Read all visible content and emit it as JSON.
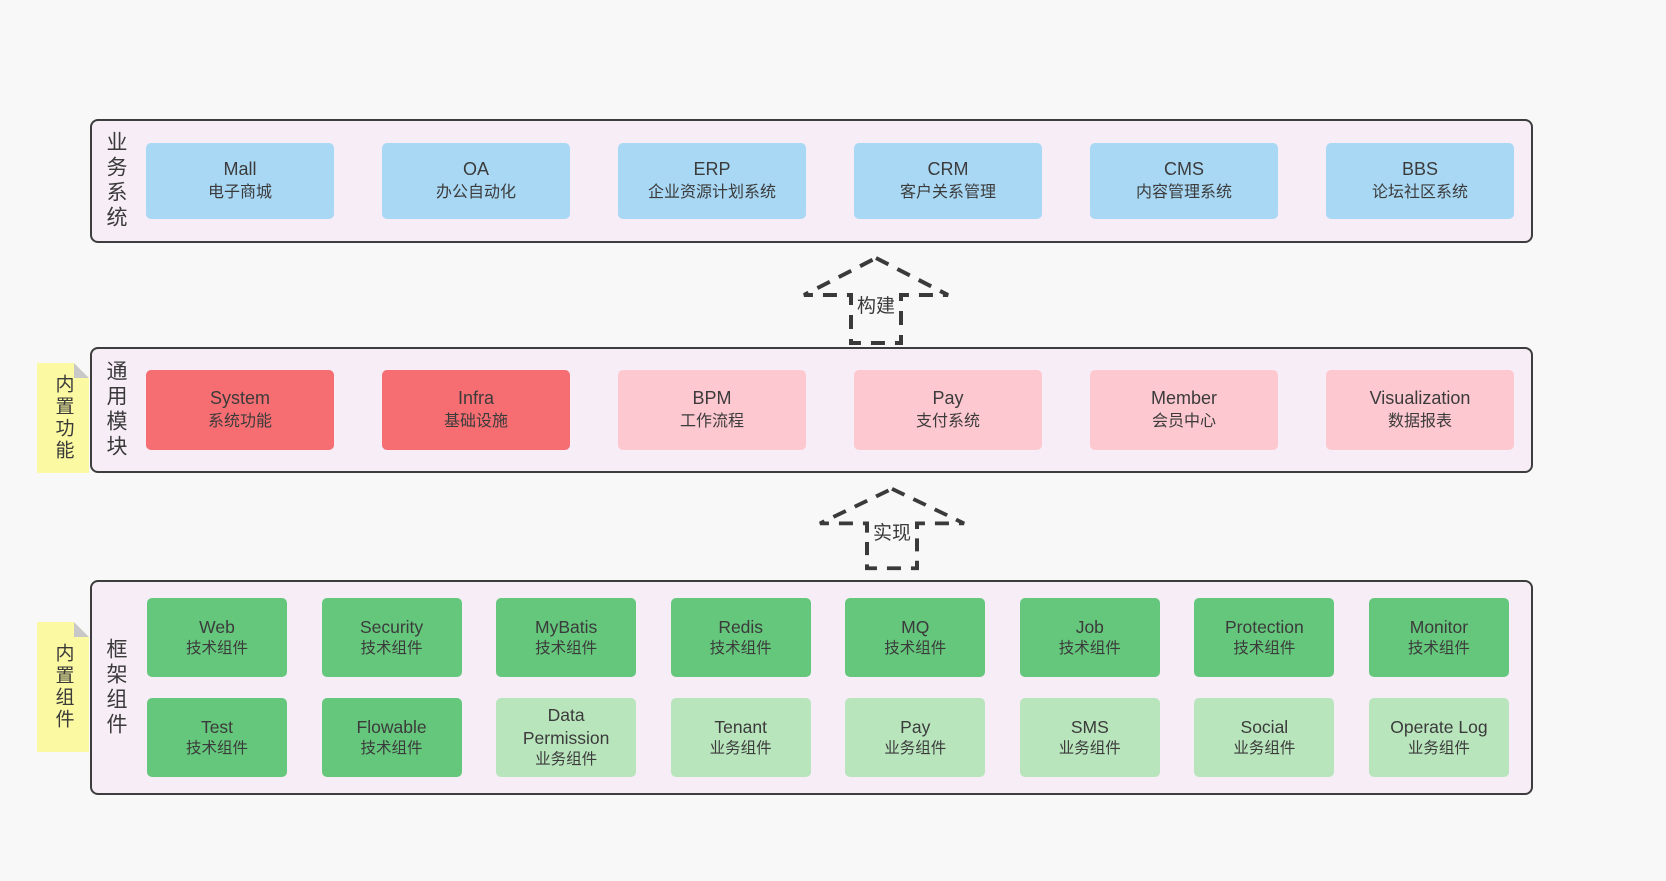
{
  "diagram": {
    "background": "#f8f8f8",
    "colors": {
      "container_bg": "#f7edf6",
      "line": "#3a3a3a",
      "blue": "#a9d8f5",
      "red": "#f76e72",
      "pink": "#fdc8d0",
      "green": "#64c77c",
      "light_green": "#b9e5bd",
      "note_yellow": "#fbf9a2"
    },
    "layers": {
      "business": {
        "label": "业务系统",
        "boxes": [
          {
            "name": "Mall",
            "desc": "电子商城"
          },
          {
            "name": "OA",
            "desc": "办公自动化"
          },
          {
            "name": "ERP",
            "desc": "企业资源计划系统"
          },
          {
            "name": "CRM",
            "desc": "客户关系管理"
          },
          {
            "name": "CMS",
            "desc": "内容管理系统"
          },
          {
            "name": "BBS",
            "desc": "论坛社区系统"
          }
        ]
      },
      "modules": {
        "label": "通用模块",
        "note": "内置功能",
        "boxes": [
          {
            "name": "System",
            "desc": "系统功能"
          },
          {
            "name": "Infra",
            "desc": "基础设施"
          },
          {
            "name": "BPM",
            "desc": "工作流程"
          },
          {
            "name": "Pay",
            "desc": "支付系统"
          },
          {
            "name": "Member",
            "desc": "会员中心"
          },
          {
            "name": "Visualization",
            "desc": "数据报表"
          }
        ]
      },
      "components": {
        "label": "框架组件",
        "note": "内置组件",
        "row1": [
          {
            "name": "Web",
            "desc": "技术组件"
          },
          {
            "name": "Security",
            "desc": "技术组件"
          },
          {
            "name": "MyBatis",
            "desc": "技术组件"
          },
          {
            "name": "Redis",
            "desc": "技术组件"
          },
          {
            "name": "MQ",
            "desc": "技术组件"
          },
          {
            "name": "Job",
            "desc": "技术组件"
          },
          {
            "name": "Protection",
            "desc": "技术组件"
          },
          {
            "name": "Monitor",
            "desc": "技术组件"
          }
        ],
        "row2": [
          {
            "name": "Test",
            "desc": "技术组件"
          },
          {
            "name": "Flowable",
            "desc": "技术组件"
          },
          {
            "name": "Data Permission",
            "desc": "业务组件"
          },
          {
            "name": "Tenant",
            "desc": "业务组件"
          },
          {
            "name": "Pay",
            "desc": "业务组件"
          },
          {
            "name": "SMS",
            "desc": "业务组件"
          },
          {
            "name": "Social",
            "desc": "业务组件"
          },
          {
            "name": "Operate Log",
            "desc": "业务组件"
          }
        ]
      }
    },
    "arrows": [
      {
        "label": "构建"
      },
      {
        "label": "实现"
      }
    ]
  }
}
